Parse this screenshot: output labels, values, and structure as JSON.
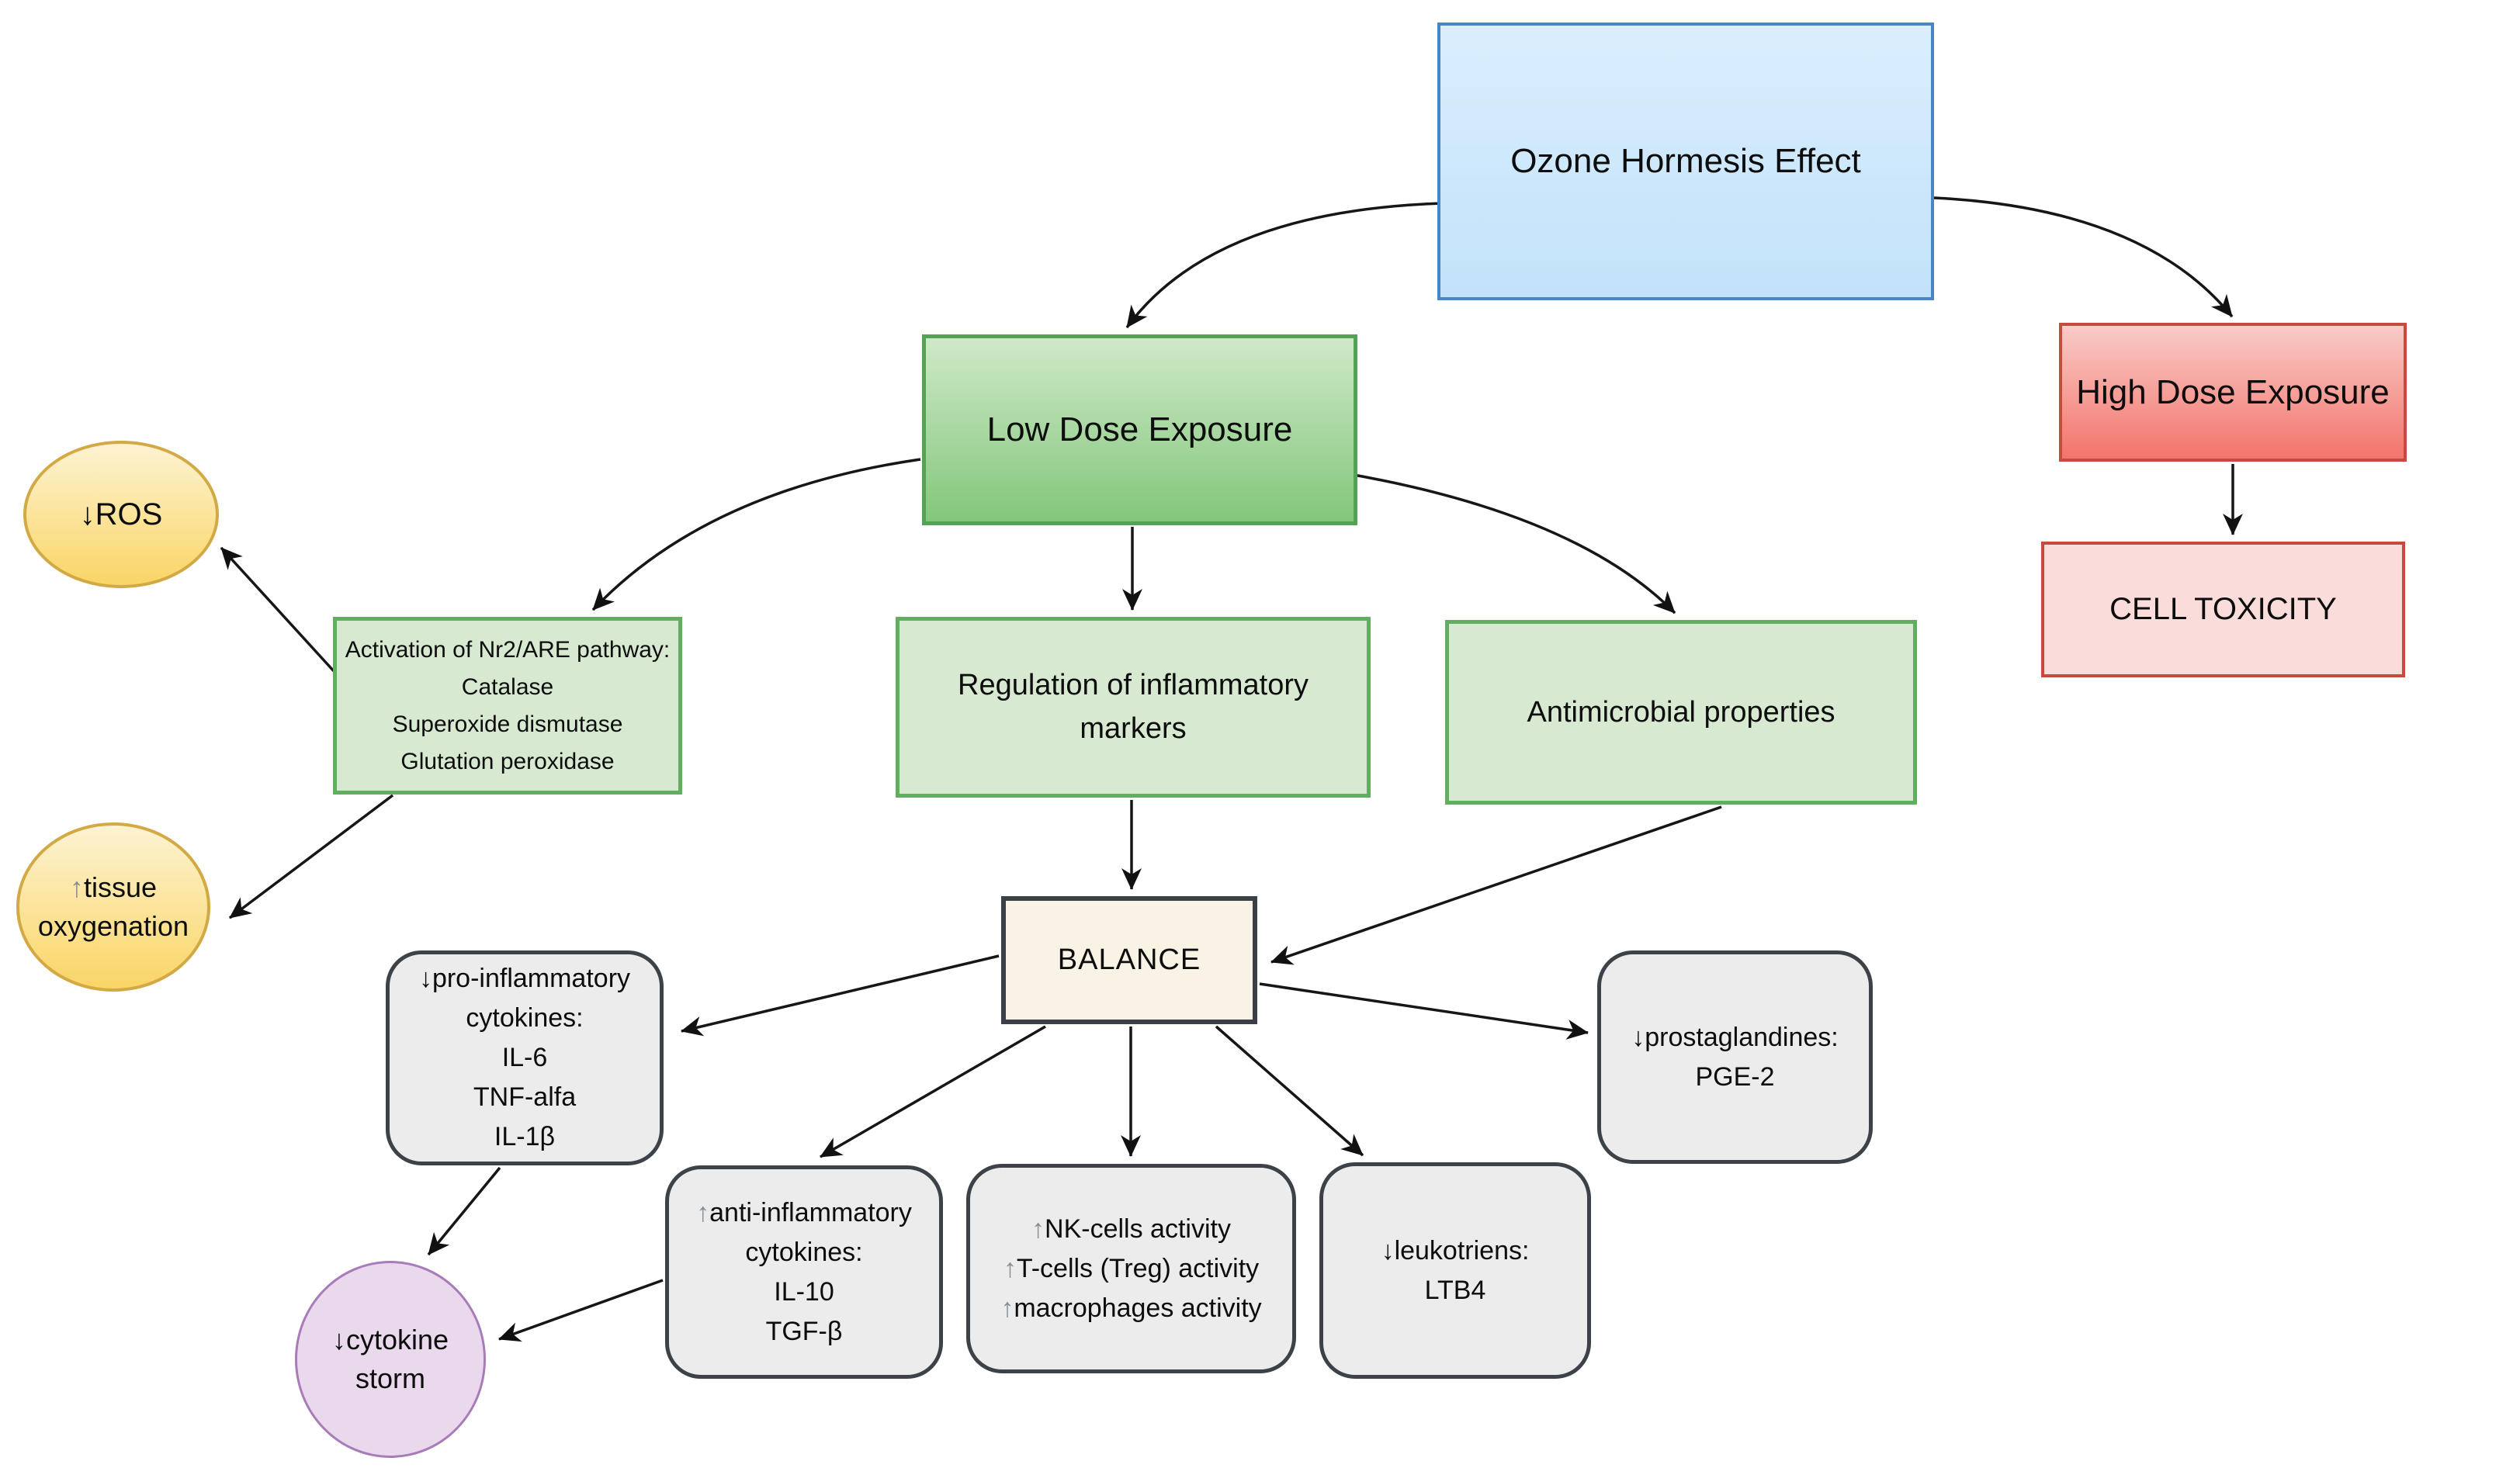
{
  "nodes": {
    "ozone": {
      "label": "Ozone Hormesis Effect"
    },
    "low_dose": {
      "label": "Low Dose Exposure"
    },
    "high_dose": {
      "label": "High Dose Exposure"
    },
    "cell_toxicity": {
      "label": "CELL TOXICITY"
    },
    "nrf_pathway": {
      "lines": [
        "Activation of Nr2/ARE pathway:",
        "Catalase",
        "Superoxide dismutase",
        "Glutation peroxidase"
      ]
    },
    "regulation": {
      "lines": [
        "Regulation of inflammatory",
        "markers"
      ]
    },
    "antimicrobial": {
      "label": "Antimicrobial properties"
    },
    "ros": {
      "glyph": "↓",
      "title": "ROS"
    },
    "tissue_oxygenation": {
      "glyph": "↑",
      "title": "tissue",
      "lines": [
        "oxygenation"
      ]
    },
    "balance": {
      "label": "BALANCE"
    },
    "pro_inflammatory": {
      "glyph": "↓",
      "title": "pro-inflammatory",
      "lines": [
        "cytokines:",
        "IL-6",
        "TNF-alfa",
        "IL-1β"
      ]
    },
    "anti_inflammatory": {
      "glyph": "↑",
      "title": "anti-inflammatory",
      "lines": [
        "cytokines:",
        "IL-10",
        "TGF-β"
      ]
    },
    "immune_activity": {
      "items": [
        {
          "glyph": "↑",
          "text": "NK-cells activity"
        },
        {
          "glyph": "↑",
          "text": "T-cells (Treg) activity"
        },
        {
          "glyph": "↑",
          "text": "macrophages activity"
        }
      ]
    },
    "leukotriens": {
      "glyph": "↓",
      "title": "leukotriens:",
      "lines": [
        "LTB4"
      ]
    },
    "prostaglandines": {
      "glyph": "↓",
      "title": "prostaglandines:",
      "lines": [
        "PGE-2"
      ]
    },
    "cytokine_storm": {
      "glyph": "↓",
      "title": "cytokine",
      "lines": [
        "storm"
      ]
    }
  },
  "edges": [
    {
      "from": "ozone",
      "to": "low_dose"
    },
    {
      "from": "ozone",
      "to": "high_dose"
    },
    {
      "from": "high_dose",
      "to": "cell_toxicity"
    },
    {
      "from": "low_dose",
      "to": "nrf_pathway"
    },
    {
      "from": "low_dose",
      "to": "regulation"
    },
    {
      "from": "low_dose",
      "to": "antimicrobial"
    },
    {
      "from": "nrf_pathway",
      "to": "ros"
    },
    {
      "from": "nrf_pathway",
      "to": "tissue_oxygenation"
    },
    {
      "from": "regulation",
      "to": "balance"
    },
    {
      "from": "antimicrobial",
      "to": "balance"
    },
    {
      "from": "balance",
      "to": "pro_inflammatory"
    },
    {
      "from": "balance",
      "to": "anti_inflammatory"
    },
    {
      "from": "balance",
      "to": "immune_activity"
    },
    {
      "from": "balance",
      "to": "leukotriens"
    },
    {
      "from": "balance",
      "to": "prostaglandines"
    },
    {
      "from": "pro_inflammatory",
      "to": "cytokine_storm"
    },
    {
      "from": "anti_inflammatory",
      "to": "cytokine_storm"
    }
  ],
  "colors": {
    "blue_fill_top": "#daeefd",
    "blue_fill_bottom": "#c2e2fa",
    "blue_border": "#4a86c6",
    "green_fill_top": "#cfe9c8",
    "green_fill_bottom": "#83c77b",
    "green_border": "#54a355",
    "pale_green_fill": "#d7e9d1",
    "pale_green_border": "#61ae61",
    "red_fill_top": "#f9cbc7",
    "red_fill_bottom": "#f3746c",
    "red_border": "#c64a3e",
    "pink_fill": "#fadcda",
    "yellow_fill_top": "#fdf3d2",
    "yellow_fill_bottom": "#fad566",
    "yellow_border": "#d2a944",
    "cream_fill": "#f8f3e4",
    "dark_border": "#3a4046",
    "gray_fill": "#ececec",
    "purple_fill": "#ead9ed",
    "purple_border": "#a77cb8",
    "gray_arrow_glyph": "#878d96",
    "edge_line": "#161616"
  }
}
